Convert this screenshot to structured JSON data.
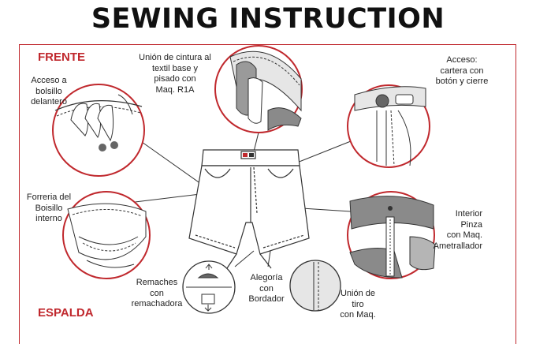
{
  "title": "SEWING INSTRUCTION",
  "sections": {
    "front": "FRENTE",
    "back": "ESPALDA"
  },
  "callouts": {
    "waistband": [
      "Unión de cintura al",
      "textil base y",
      "pisado con",
      "Maq. R1A"
    ],
    "access": [
      "Acceso:",
      "cartera con",
      "botón y cierre"
    ],
    "pocket_access": [
      "Acceso a",
      "bolsillo",
      "delantero"
    ],
    "pocket_lining": [
      "Forreria del",
      "Boisillo",
      "interno"
    ],
    "interior": [
      "Interior",
      "Pinza",
      "con Maq.",
      "Ametrallador"
    ],
    "rivets": [
      "Remaches",
      "con",
      "remachadora"
    ],
    "embroidery": [
      "Alegoría",
      "con Bordador"
    ],
    "rise": [
      "Unión de",
      "tiro",
      "con Maq."
    ]
  },
  "colors": {
    "accent": "#c0282d",
    "fabric": "#e6e6e6",
    "fabric_dark": "#8a8a8a",
    "line": "#333333"
  }
}
